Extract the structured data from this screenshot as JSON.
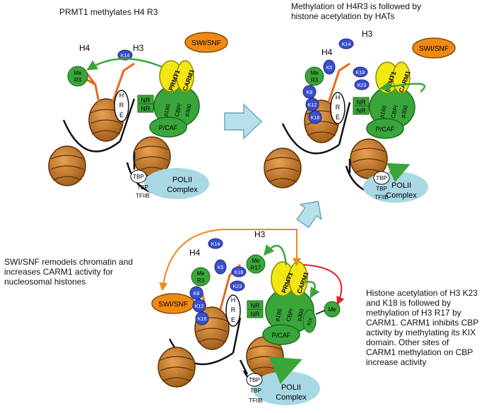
{
  "captions": {
    "panel1": "PRMT1 methylates H4 R3",
    "panel2_line1": "Methylation of H4R3 is followed by",
    "panel2_line2": "histone acetylation by HATs",
    "panel3_line1": "SWI/SNF remodels chromatin and",
    "panel3_line2": "increases CARM1 activity for",
    "panel3_line3": "nucleosomal histones",
    "panel4_lines": [
      "Histone acetylation of H3 K23",
      "and K18 is followed by",
      "methylation of H3 R17 by",
      "CARM1.  CARM1 inhibits CBP",
      "activity by methylating its KIX",
      "domain.  Other sites of",
      "CARM1 methylation on CBP",
      "increase activity"
    ]
  },
  "labels": {
    "swisnf": "SWI/SNF",
    "h3": "H3",
    "h4": "H4",
    "k14": "K14",
    "k5": "K5",
    "k8": "K8",
    "k12": "K12",
    "k16": "K16",
    "k18": "K18",
    "k23": "K23",
    "me": "Me",
    "r3": "R3",
    "r17": "R17",
    "prmt1": "PRMT1",
    "carm1": "CARM1",
    "nr": "NR",
    "hre": [
      "H",
      "R",
      "E"
    ],
    "p160": "p160",
    "cbp": "CBP/",
    "p300": "p300",
    "pcaf": "P/CAF",
    "kix": "KIX",
    "tbp": "TBP",
    "tfiib": "TFIIB",
    "polii": "POLII",
    "complex": "Complex"
  },
  "colors": {
    "nucleosome": "#c8782a",
    "nucleosome_dark": "#7a4410",
    "histone_tail": "#e8691c",
    "acetyl_blue": "#3a4fc8",
    "methyl_green": "#3aa53a",
    "prmt_yellow": "#f2e614",
    "swisnf_orange": "#f08a14",
    "polii_blue": "#a8d8e4",
    "arrow_red": "#e0202a",
    "transition_arrow": "#b8e0ea"
  }
}
